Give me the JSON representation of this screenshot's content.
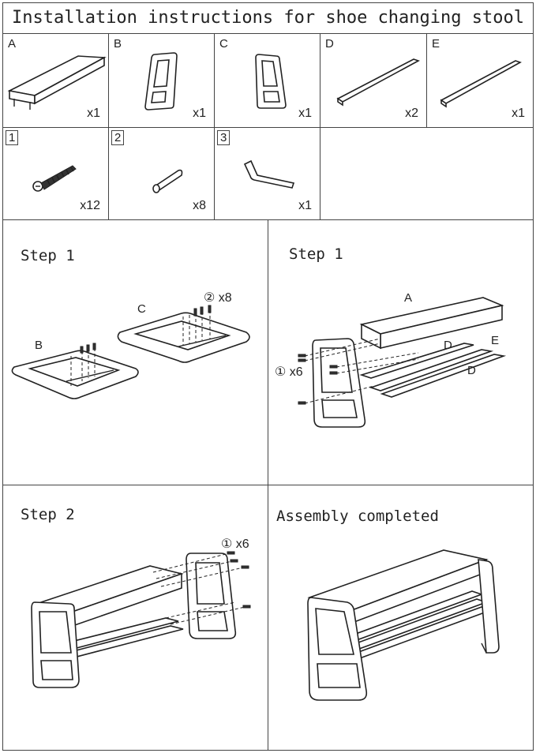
{
  "title": "Installation instructions for shoe changing stool",
  "parts": [
    {
      "label": "A",
      "qty": "x1"
    },
    {
      "label": "B",
      "qty": "x1"
    },
    {
      "label": "C",
      "qty": "x1"
    },
    {
      "label": "D",
      "qty": "x2"
    },
    {
      "label": "E",
      "qty": "x1"
    }
  ],
  "hardware": [
    {
      "label": "1",
      "qty": "x12"
    },
    {
      "label": "2",
      "qty": "x8"
    },
    {
      "label": "3",
      "qty": "x1"
    }
  ],
  "steps": {
    "s1a": {
      "title": "Step 1",
      "labels": {
        "b": "B",
        "c": "C",
        "callout": "② x8"
      }
    },
    "s1b": {
      "title": "Step 1",
      "labels": {
        "a": "A",
        "d1": "D",
        "d2": "D",
        "e": "E",
        "callout": "① x6"
      }
    },
    "s2": {
      "title": "Step 2",
      "labels": {
        "callout": "① x6"
      }
    },
    "done": {
      "title": "Assembly completed"
    }
  }
}
